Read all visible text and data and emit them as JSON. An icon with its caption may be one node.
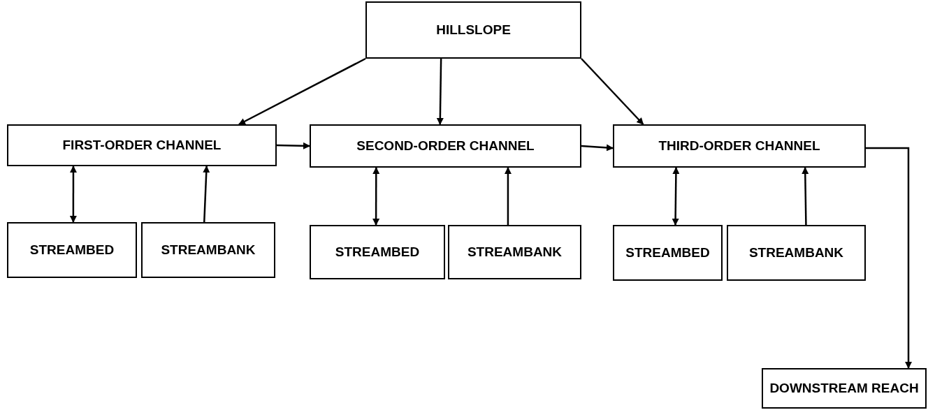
{
  "diagram": {
    "nodes": [
      {
        "text": [
          "HILLSLOPE"
        ]
      },
      {
        "text": [
          "FIRST-ORDER CHANNEL"
        ]
      },
      {
        "text": [
          "SECOND-ORDER CHANNEL"
        ]
      },
      {
        "text": [
          "THIRD-ORDER CHANNEL"
        ]
      },
      {
        "text": [
          "STREAMBED"
        ]
      },
      {
        "text": [
          "STREAMBANK"
        ]
      },
      {
        "text": [
          "STREAMBED"
        ]
      },
      {
        "text": [
          "STREAMBANK"
        ]
      },
      {
        "text": [
          "STREAMBED"
        ]
      },
      {
        "text": [
          "STREAMBANK"
        ]
      },
      {
        "text": [
          "DOWNSTREAM REACH"
        ]
      }
    ],
    "edges": [
      {
        "from": 0,
        "to": 1,
        "arrow": "to"
      },
      {
        "from": 0,
        "to": 2,
        "arrow": "to"
      },
      {
        "from": 0,
        "to": 3,
        "arrow": "to"
      },
      {
        "from": 1,
        "to": 2,
        "arrow": "to"
      },
      {
        "from": 2,
        "to": 3,
        "arrow": "to"
      },
      {
        "from": 3,
        "to": 10,
        "arrow": "to"
      },
      {
        "from": 1,
        "to": 4,
        "arrow": "both"
      },
      {
        "from": 5,
        "to": 1,
        "arrow": "to"
      },
      {
        "from": 2,
        "to": 6,
        "arrow": "both"
      },
      {
        "from": 7,
        "to": 2,
        "arrow": "to"
      },
      {
        "from": 3,
        "to": 8,
        "arrow": "both"
      },
      {
        "from": 9,
        "to": 3,
        "arrow": "to"
      }
    ]
  }
}
